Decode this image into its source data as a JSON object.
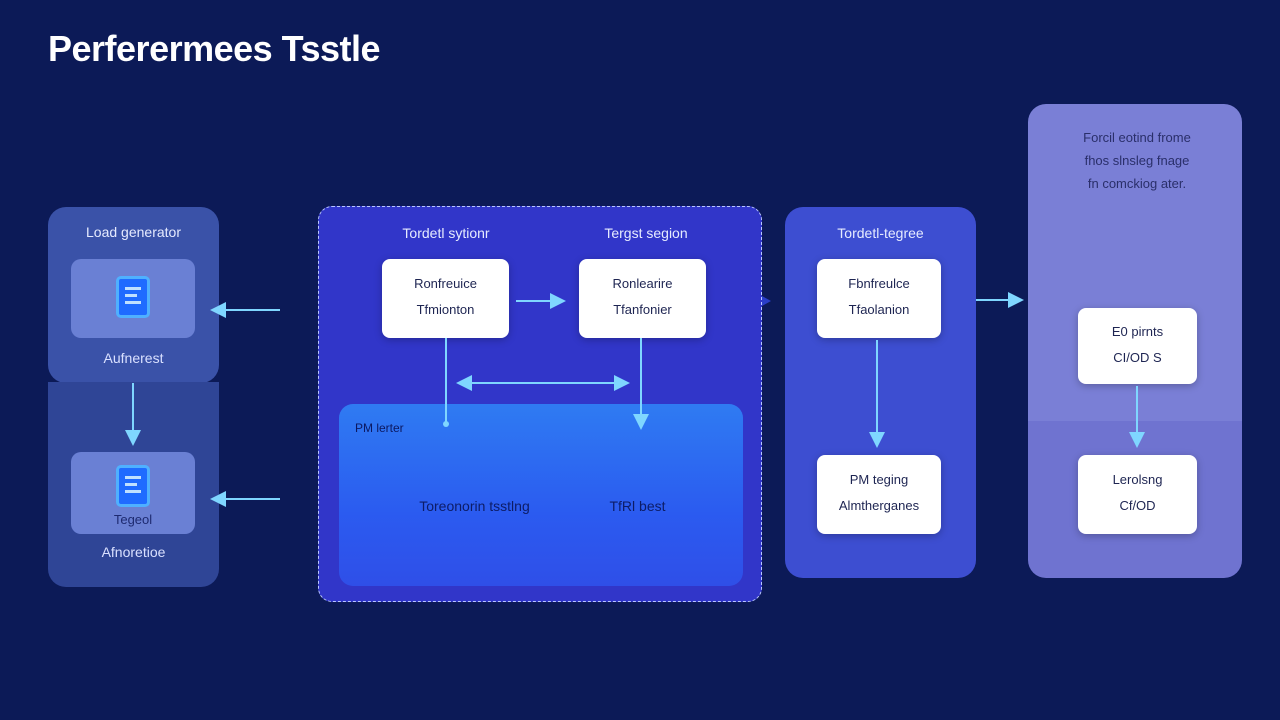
{
  "title": "Perferermees Tsstle",
  "load_generator": {
    "label": "Load generator",
    "card1_label": "Aufnerest",
    "card2_caption": "Tegeol",
    "card2_label": "Afnoretioe"
  },
  "target_system": {
    "label_left": "Tordetl sytionr",
    "label_right": "Tergst segion",
    "card_left": {
      "line1": "Ronfreuice",
      "line2": "Tfmionton"
    },
    "card_right": {
      "line1": "Ronlearire",
      "line2": "Tfanfonier"
    },
    "pm_layer": {
      "label": "PM lerter",
      "text_left": "Toreonorin tsstlng",
      "text_right": "TfRl best"
    }
  },
  "column3": {
    "label": "Tordetl-tegree",
    "card_top": {
      "line1": "Fbnfreulce",
      "line2": "Tfaolanion"
    },
    "card_bottom": {
      "line1": "PM teging",
      "line2": "Almtherganes"
    }
  },
  "column4": {
    "note_lines": [
      "Forcil eotind frome",
      "fhos slnsleg fnage",
      "fn comckiog ater."
    ],
    "card_top": {
      "line1": "E0 pirnts",
      "line2": "CI/OD S"
    },
    "card_bottom": {
      "line1": "Lerolsng",
      "line2": "Cf/OD"
    }
  },
  "colors": {
    "background": "#0c1a57",
    "arrow": "#7fd6ff",
    "target_panel": "#3136c9",
    "pm_layer": "#2b5bf0",
    "card": "#ffffff"
  },
  "icons": [
    "document-icon",
    "document-icon"
  ]
}
